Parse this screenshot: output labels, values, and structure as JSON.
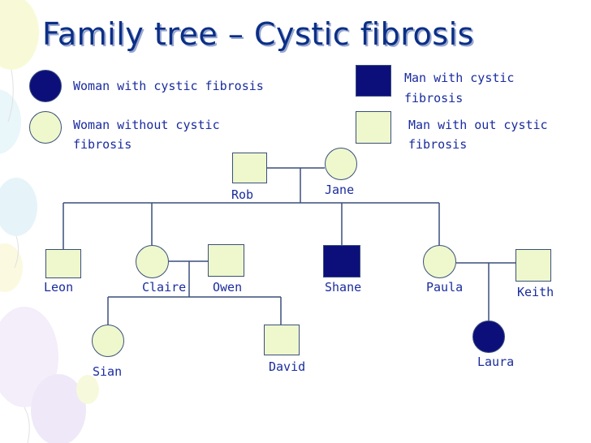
{
  "slide": {
    "title": "Family tree – Cystic fibrosis",
    "colors": {
      "affected": "#0c0f7a",
      "unaffected": "#eff8cd",
      "text": "#1a2c9e",
      "title": "#0b2f86",
      "line": "#3a4f7a"
    }
  },
  "legend": {
    "woman_cf": {
      "line1": "Woman with cystic fibrosis"
    },
    "woman_no_cf": {
      "line1": "Woman without cystic",
      "line2": "fibrosis"
    },
    "man_cf": {
      "line1": "Man with cystic",
      "line2": "fibrosis"
    },
    "man_no_cf": {
      "line1": "Man with out cystic",
      "line2": "fibrosis"
    }
  },
  "people": {
    "rob": "Rob",
    "jane": "Jane",
    "leon": "Leon",
    "claire": "Claire",
    "owen": "Owen",
    "shane": "Shane",
    "paula": "Paula",
    "keith": "Keith",
    "sian": "Sian",
    "david": "David",
    "laura": "Laura"
  }
}
